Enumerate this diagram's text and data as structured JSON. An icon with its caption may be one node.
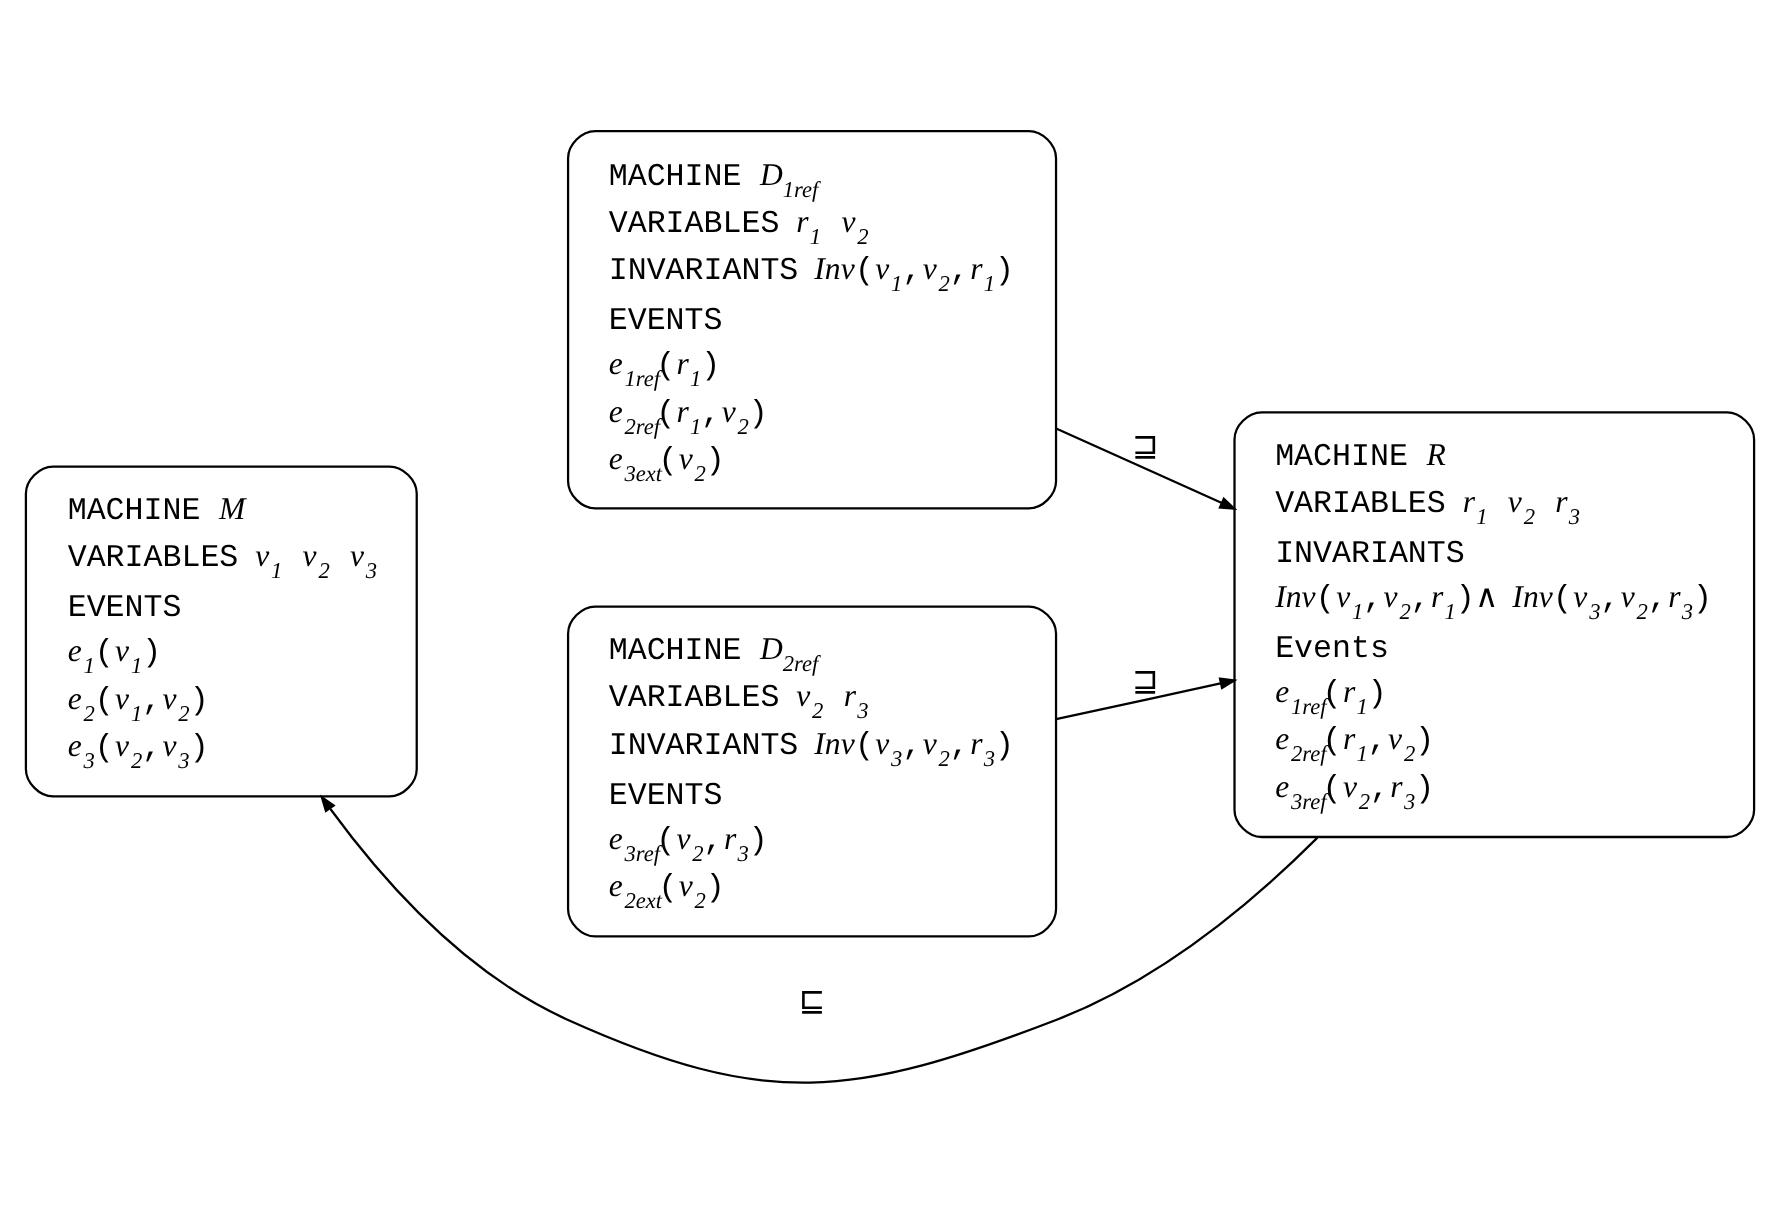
{
  "diagram": {
    "nodes": [
      {
        "text": [
          "MACHINE *M*",
          "VARIABLES *v*$_{1}$ *v*$_{2}$ *v*$_{3}$",
          "EVENTS",
          "*e*$_{1}$(*v*$_{1}$)",
          "*e*$_{2}$(*v*$_{1}$,*v*$_{2}$)",
          "*e*$_{3}$(*v*$_{2}$,*v*$_{3}$)"
        ]
      },
      {
        "text": [
          "MACHINE *D*$_{1ref}$",
          "VARIABLES *r*$_{1}$ *v*$_{2}$",
          "INVARIANTS *Inv*(*v*$_{1}$,*v*$_{2}$,*r*$_{1}$)",
          "EVENTS",
          "*e*$_{1ref}$(*r*$_{1}$)",
          "*e*$_{2ref}$(*r*$_{1}$,*v*$_{2}$)",
          "*e*$_{3ext}$(*v*$_{2}$)"
        ]
      },
      {
        "text": [
          "MACHINE *D*$_{2ref}$",
          "VARIABLES *v*$_{2}$ *r*$_{3}$",
          "INVARIANTS *Inv*(*v*$_{3}$,*v*$_{2}$,*r*$_{3}$)",
          "EVENTS",
          "*e*$_{3ref}$(*v*$_{2}$,*r*$_{3}$)",
          "*e*$_{2ext}$(*v*$_{2}$)"
        ]
      },
      {
        "text": [
          "MACHINE *R*",
          "VARIABLES *r*$_{1}$ *v*$_{2}$ *r*$_{3}$",
          "INVARIANTS",
          "*Inv*(*v*$_{1}$,*v*$_{2}$,*r*$_{1}$)∧ *Inv*(*v*$_{3}$,*v*$_{2}$,*r*$_{3}$)",
          "Events",
          "*e*$_{1ref}$(*r*$_{1}$)",
          "*e*$_{2ref}$(*r*$_{1}$,*v*$_{2}$)",
          "*e*$_{3ref}$(*v*$_{2}$,*r*$_{3}$)"
        ]
      }
    ],
    "edges": [
      {
        "from": 1,
        "to": 3,
        "arrow": "to",
        "label": "⊒"
      },
      {
        "from": 2,
        "to": 3,
        "arrow": "to",
        "label": "⊒"
      },
      {
        "from": 3,
        "to": 0,
        "arrow": "to",
        "label": "⊑"
      }
    ]
  }
}
